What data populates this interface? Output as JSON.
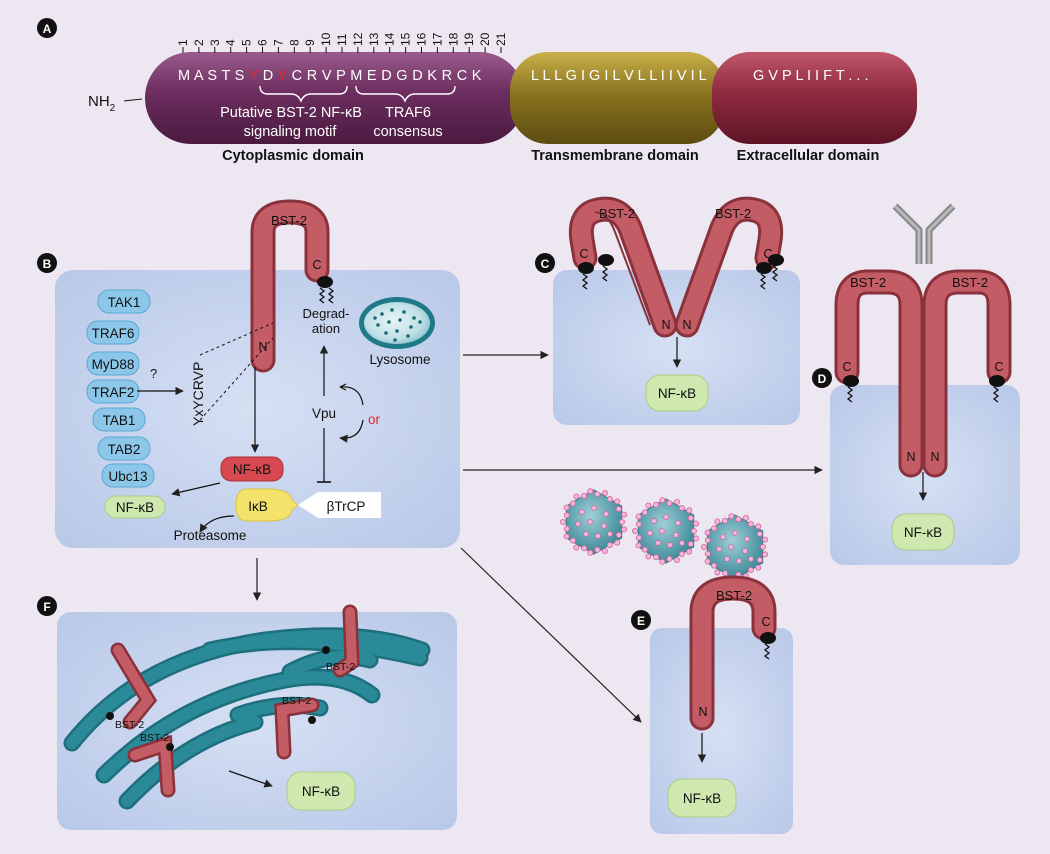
{
  "panel_letters": [
    "A",
    "B",
    "C",
    "D",
    "E",
    "F"
  ],
  "panel_a": {
    "nh2": "NH",
    "nh2_sub": "2",
    "numbers": [
      "1",
      "2",
      "3",
      "4",
      "5",
      "6",
      "7",
      "8",
      "9",
      "10",
      "11",
      "12",
      "13",
      "14",
      "15",
      "16",
      "17",
      "18",
      "19",
      "20",
      "21"
    ],
    "seq_pre": "M A S T S ",
    "seq_y1": "Y",
    "seq_mid1": " D ",
    "seq_y2": "Y",
    "seq_mid2": " C R V P M E D G D K R C K",
    "seq_tm": "L L L G I G I L V L L I I V I L",
    "seq_ec": "G V P L I I F T . . .",
    "motif1_line1": "Putative BST-2 NF-κB",
    "motif1_line2": "signaling motif",
    "motif2_line1": "TRAF6",
    "motif2_line2": "consensus",
    "domain_cyto": "Cytoplasmic domain",
    "domain_tm": "Transmembrane domain",
    "domain_ec": "Extracellular domain"
  },
  "panel_b": {
    "bst2": "BST-2",
    "c": "C",
    "n": "N",
    "adaptors": [
      "TAK1",
      "TRAF6",
      "MyD88",
      "TRAF2",
      "TAB1",
      "TAB2",
      "Ubc13"
    ],
    "question": "?",
    "motif": "YxYCRVP",
    "degradation_1": "Degrad-",
    "degradation_2": "ation",
    "lysosome": "Lysosome",
    "vpu": "Vpu",
    "or": "or",
    "nfkb_red": "NF-κB",
    "nfkb_green": "NF-κB",
    "ikb": "IκB",
    "btrcp": "βTrCP",
    "proteasome": "Proteasome"
  },
  "panel_c": {
    "bst2_left": "BST-2",
    "bst2_right": "BST-2",
    "c_left": "C",
    "c_right": "C",
    "n_left": "N",
    "n_right": "N",
    "nfkb": "NF-κB"
  },
  "panel_d": {
    "bst2_left": "BST-2",
    "bst2_right": "BST-2",
    "c_left": "C",
    "c_right": "C",
    "n_left": "N",
    "n_right": "N",
    "nfkb": "NF-κB"
  },
  "panel_e": {
    "bst2": "BST-2",
    "c": "C",
    "n": "N",
    "nfkb": "NF-κB"
  },
  "panel_f": {
    "bst2_labels": [
      "BST-2",
      "BST-2",
      "BST-2",
      "BST-2"
    ],
    "nfkb": "NF-κB"
  },
  "colors": {
    "cyto_domain": "#6b2d5e",
    "tm_domain": "#8a7420",
    "ec_domain": "#8e2a3f",
    "bst2_protein": "#b4505a",
    "cell": "#cad6ee",
    "adaptor": "#8cc7ea",
    "nfkb_green": "#cfe8b0",
    "nfkb_red": "#dc4c55",
    "ikb_yellow": "#f4e36b",
    "er_teal": "#2a8a98",
    "highlight_red": "#e02828"
  }
}
